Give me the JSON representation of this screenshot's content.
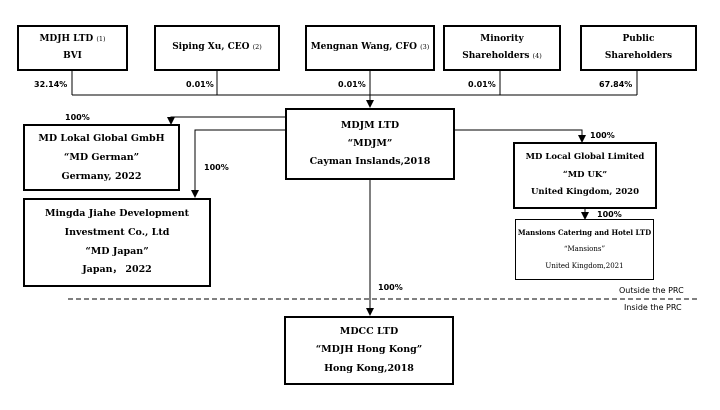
{
  "shareholders": [
    {
      "name": "MDJH LTD",
      "note": "(1)",
      "sub": "BVI",
      "pct": "32.14%"
    },
    {
      "name": "Siping Xu, CEO",
      "note": "(2)",
      "pct": "0.01%"
    },
    {
      "name": "Mengnan Wang, CFO",
      "note": "(3)",
      "pct": "0.01%"
    },
    {
      "name": "Minority",
      "name2": "Shareholders",
      "note": "(4)",
      "pct": "0.01%"
    },
    {
      "name": "Public",
      "name2": "Shareholders",
      "pct": "67.84%"
    }
  ],
  "mdjm": {
    "line1": "MDJM LTD",
    "line2": "“MDJM”",
    "line3": "Cayman Inslands,2018"
  },
  "german": {
    "line1": "MD Lokal Global GmbH",
    "line2": "“MD German”",
    "line3": "Germany, 2022",
    "pct": "100%"
  },
  "japan": {
    "line1": "Mingda Jiahe Development",
    "line2": "Investment Co., Ltd",
    "line3": "“MD Japan”",
    "line4": "Japan， 2022",
    "pct": "100%"
  },
  "uk": {
    "line1": "MD Local Global Limited",
    "line2": "“MD UK”",
    "line3": "United Kingdom, 2020",
    "pct": "100%"
  },
  "mansions": {
    "line1": "Mansions Catering and Hotel LTD",
    "line2": "“Mansions”",
    "line3": "United Kingdom,2021",
    "pct": "100%"
  },
  "hk": {
    "line1": "MDCC LTD",
    "line2": "“MDJH Hong Kong”",
    "line3": "Hong Kong,2018",
    "pct": "100%"
  },
  "regions": {
    "outside": "Outside the PRC",
    "inside": "Inside the PRC"
  }
}
